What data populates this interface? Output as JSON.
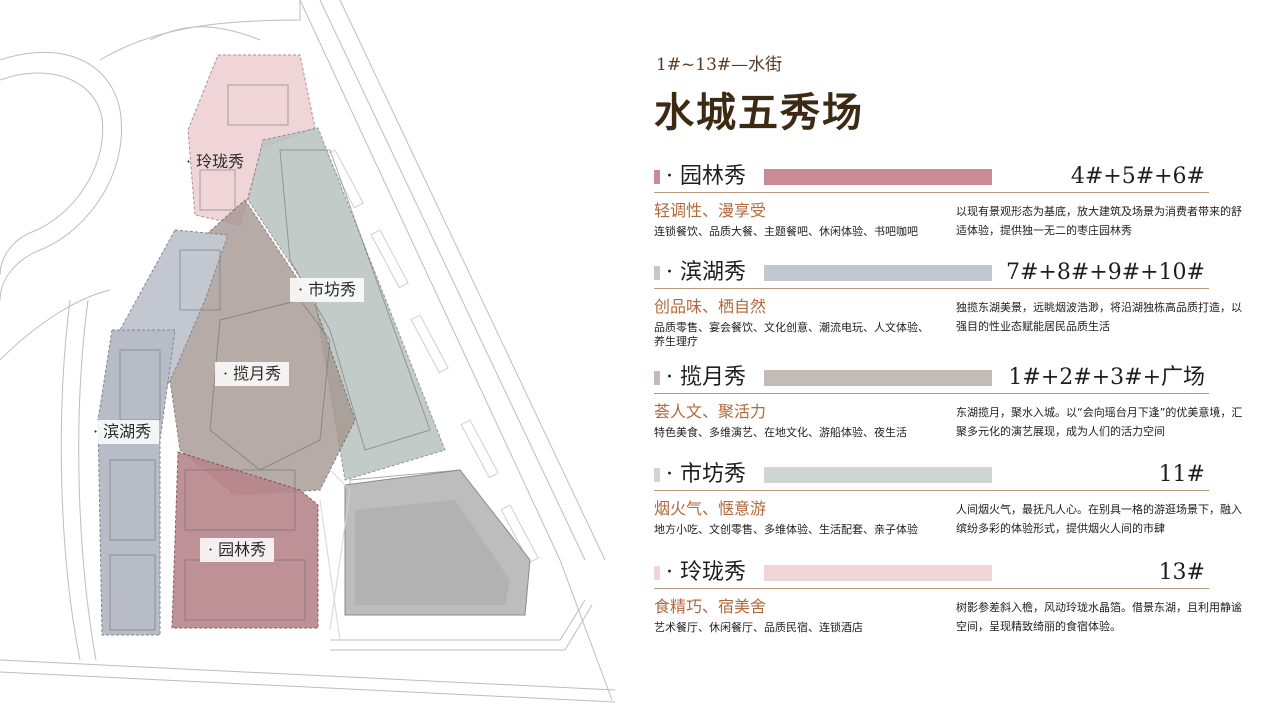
{
  "title": {
    "subtitle": "1#~13#—水街",
    "main": "水城五秀场"
  },
  "colors": {
    "garden": "#c98c94",
    "lake": "#c3c8d0",
    "moon": "#c4bab6",
    "market": "#cdd5d5",
    "linglong": "#f0d5d8",
    "accent_text": "#b06a3e",
    "rule": "#b79a7d"
  },
  "map": {
    "labels": {
      "linglong": "· 玲珑秀",
      "shifang": "· 市坊秀",
      "lanyue": "· 揽月秀",
      "binhu": "· 滨湖秀",
      "yuanlin": "· 园林秀"
    }
  },
  "sections": [
    {
      "name": "· 园林秀",
      "buildings": "4#+5#+6#",
      "slogan": "轻调性、漫享受",
      "tags": "连锁餐饮、品质大餐、主题餐吧、休闲体验、书吧咖吧",
      "desc": "以现有景观形态为基底，放大建筑及场景为消费者带来的舒适体验，提供独一无二的枣庄园林秀",
      "color": "#c98c94"
    },
    {
      "name": "· 滨湖秀",
      "buildings": "7#+8#+9#+10#",
      "slogan": "创品味、栖自然",
      "tags": "品质零售、宴会餐饮、文化创意、潮流电玩、人文体验、养生理疗",
      "desc": "独揽东湖美景，远眺烟波浩渺，将沿湖独栋高品质打造，以强目的性业态赋能居民品质生活",
      "color": "#c3c8d0"
    },
    {
      "name": "· 揽月秀",
      "buildings": "1#+2#+3#+广场",
      "slogan": "荟人文、聚活力",
      "tags": "特色美食、多维演艺、在地文化、游船体验、夜生活",
      "desc": "东湖揽月，聚水入城。以“会向瑶台月下逢”的优美意境，汇聚多元化的演艺展现，成为人们的活力空间",
      "color": "#c4bab6"
    },
    {
      "name": "· 市坊秀",
      "buildings": "11#",
      "slogan": "烟火气、惬意游",
      "tags": "地方小吃、文创零售、多维体验、生活配套、亲子体验",
      "desc": "人间烟火气，最抚凡人心。在别具一格的游逛场景下，融入缤纷多彩的体验形式，提供烟火人间的市肆",
      "color": "#cdd5d5"
    },
    {
      "name": "· 玲珑秀",
      "buildings": "13#",
      "slogan": "食精巧、宿美舍",
      "tags": "艺术餐厅、休闲餐厅、品质民宿、连锁酒店",
      "desc": "树影参差斜入檐，风动玲珑水晶箔。借景东湖，且利用静谧空间，呈现精致绮丽的食宿体验。",
      "color": "#f0d5d8"
    }
  ]
}
